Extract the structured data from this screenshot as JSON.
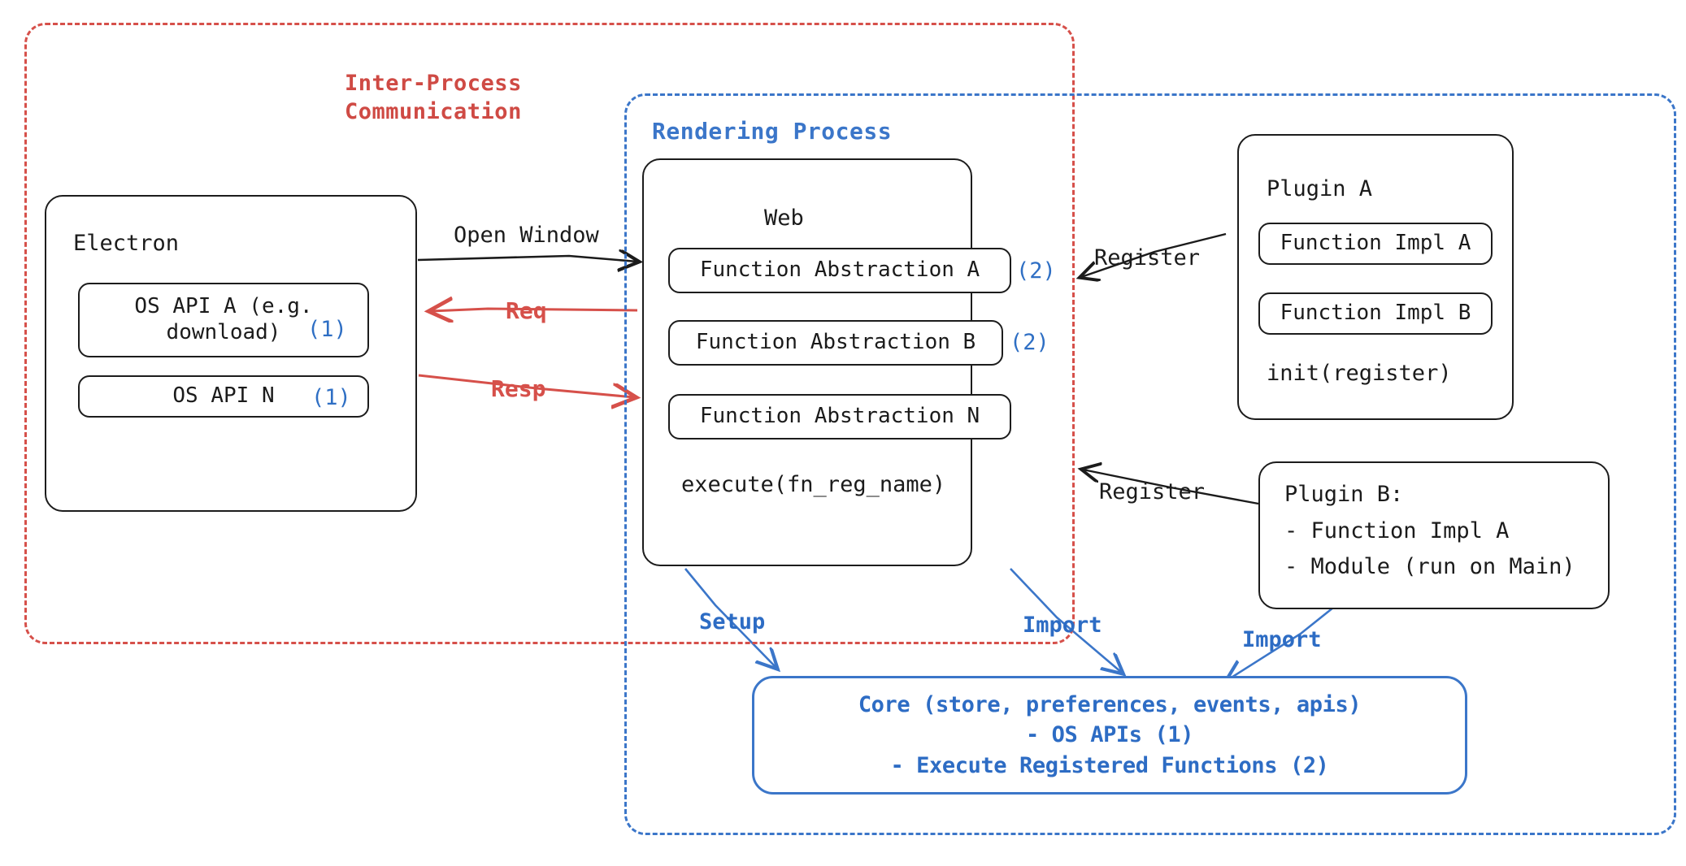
{
  "diagram": {
    "title": "Electron plugin architecture",
    "colors": {
      "red": "#d6504a",
      "blue": "#3b76c9",
      "dark": "#1b1b1b",
      "background": "#ffffff"
    }
  },
  "groups": {
    "ipc": {
      "label": "Inter-Process\nCommunication",
      "color": "#cf4a44",
      "style": "dashed"
    },
    "rendering": {
      "label": "Rendering Process",
      "color": "#3b76c9",
      "style": "dashed"
    }
  },
  "electron": {
    "title": "Electron",
    "items": [
      {
        "label": "OS API A (e.g.\ndownload)",
        "tag": "(1)"
      },
      {
        "label": "OS API N",
        "tag": "(1)"
      }
    ]
  },
  "web": {
    "title": "Web",
    "items": [
      {
        "label": "Function Abstraction A",
        "tag": "(2)"
      },
      {
        "label": "Function Abstraction B",
        "tag": "(2)"
      },
      {
        "label": "Function Abstraction N",
        "tag": ""
      }
    ],
    "footer": "execute(fn_reg_name)"
  },
  "plugin_a": {
    "title": "Plugin A",
    "items": [
      {
        "label": "Function Impl A"
      },
      {
        "label": "Function Impl B"
      }
    ],
    "footer": "init(register)"
  },
  "plugin_b": {
    "title": "Plugin B:",
    "lines": [
      "- Function Impl A",
      "- Module (run on Main)"
    ]
  },
  "core": {
    "lines": [
      "Core (store, preferences, events, apis)",
      "- OS APIs (1)",
      "- Execute Registered Functions (2)"
    ]
  },
  "edges": [
    {
      "name": "open-window",
      "label": "Open Window",
      "color": "#1b1b1b"
    },
    {
      "name": "req",
      "label": "Req",
      "color": "#d6504a"
    },
    {
      "name": "resp",
      "label": "Resp",
      "color": "#d6504a"
    },
    {
      "name": "register-a",
      "label": "Register",
      "color": "#1b1b1b"
    },
    {
      "name": "register-b",
      "label": "Register",
      "color": "#1b1b1b"
    },
    {
      "name": "setup",
      "label": "Setup",
      "color": "#2d6cc4"
    },
    {
      "name": "import-web",
      "label": "Import",
      "color": "#2d6cc4"
    },
    {
      "name": "import-plugin",
      "label": "Import",
      "color": "#2d6cc4"
    }
  ]
}
